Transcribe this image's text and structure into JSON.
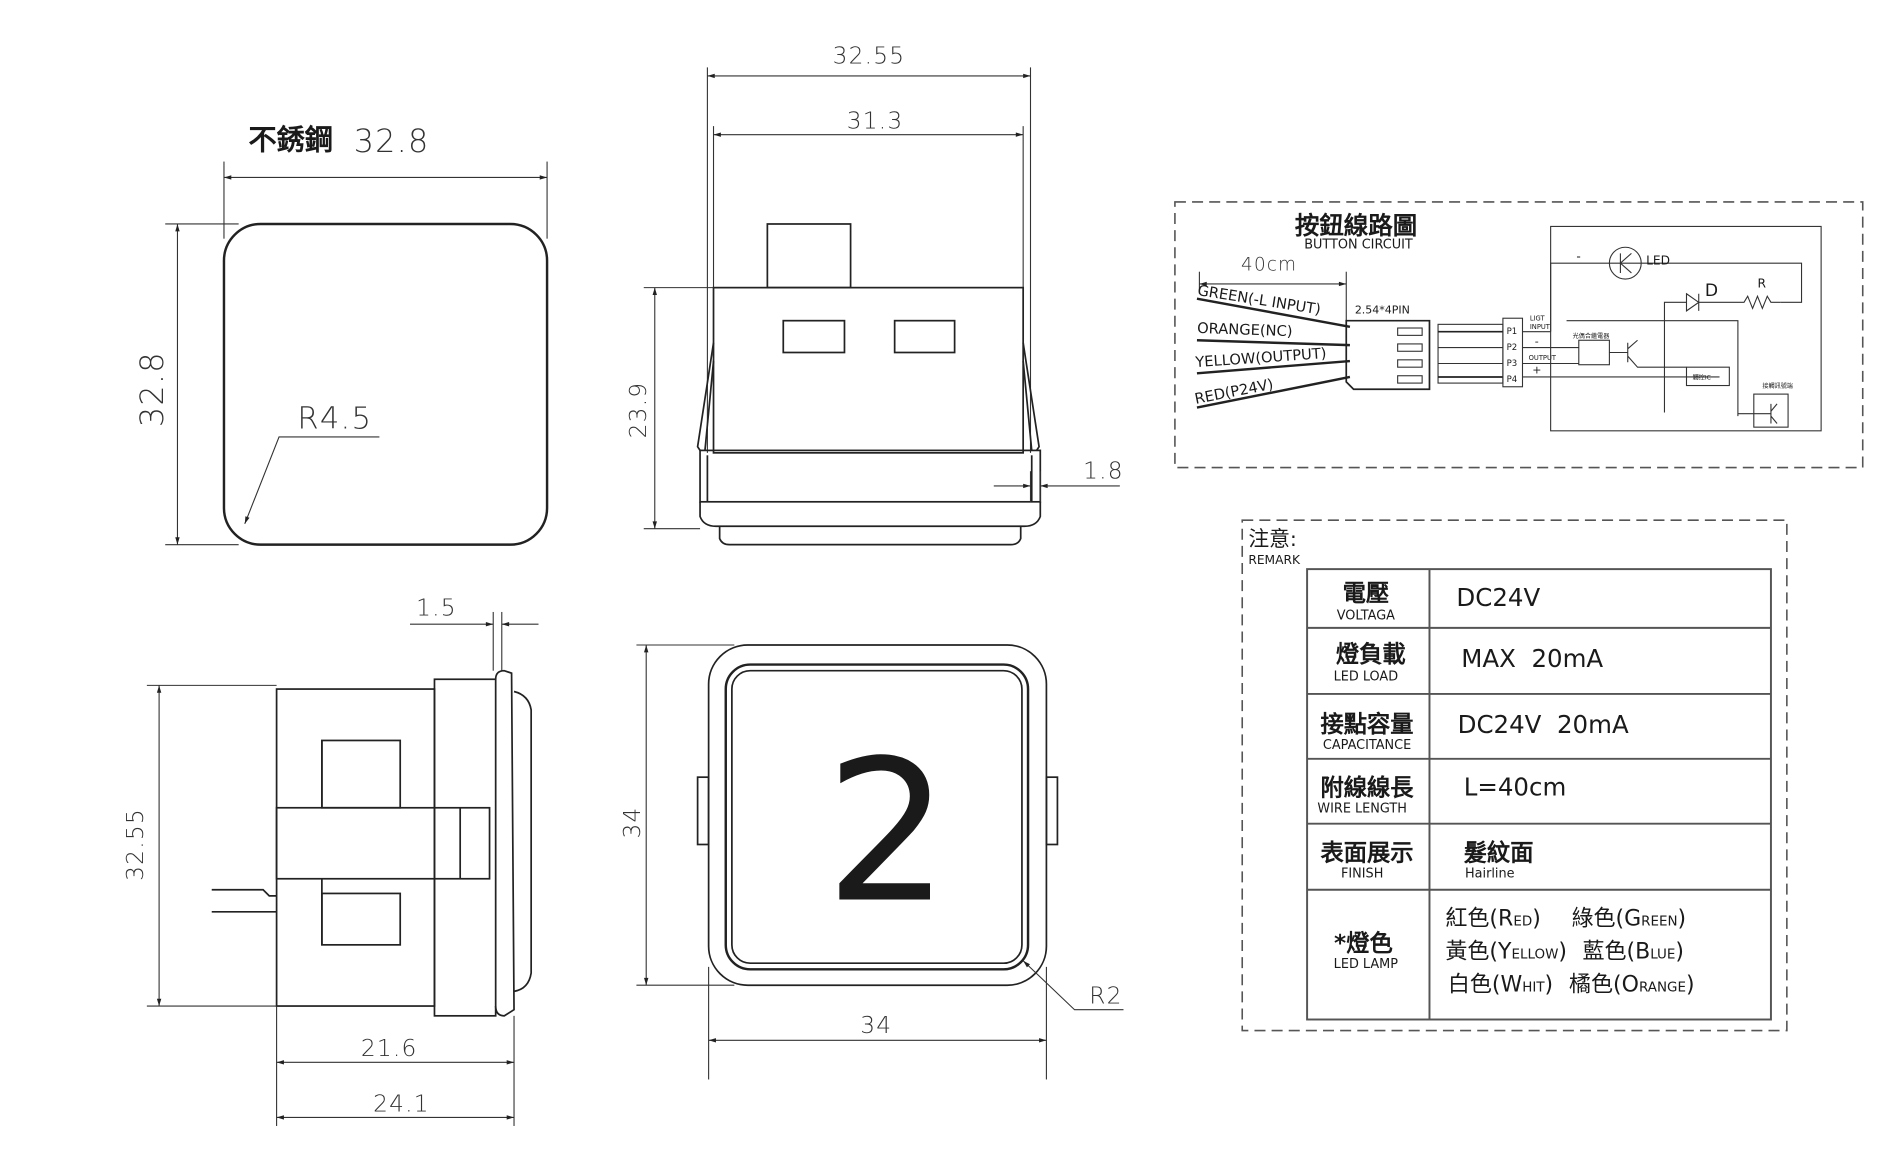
{
  "top_view": {
    "title_zh": "不銹鋼",
    "title_dim": "32.8",
    "height_dim": "32.8",
    "radius": "R4.5"
  },
  "side_view": {
    "width_outer": "32.55",
    "width_inner": "31.3",
    "height": "23.9",
    "flange": "1.8"
  },
  "profile_view": {
    "bezel": "1.5",
    "height": "32.55",
    "depth_body": "21.6",
    "depth_total": "24.1"
  },
  "front_view": {
    "digit": "2",
    "height": "34",
    "width": "34",
    "radius": "R2"
  },
  "circuit": {
    "title_zh": "按鈕線路圖",
    "title_en": "BUTTON CIRCUIT",
    "wire_length": "40cm",
    "connector": "2.54*4PIN",
    "wires": [
      "GREEN(-L INPUT)",
      "ORANGE(NC)",
      "YELLOW(OUTPUT)",
      "RED(P24V)"
    ],
    "pins": [
      "P1",
      "P2",
      "P3",
      "P4"
    ],
    "pin_notes": {
      "ligt": "LIGT",
      "input": "INPUT",
      "minus": "-",
      "output": "OUTPUT",
      "plus": "+"
    },
    "led_label": "LED",
    "minus_label": "-",
    "diode_label": "D",
    "resistor_label": "R",
    "optocoupler_label": "光偶合繼電器",
    "ic_label": "觸控IC",
    "touch_label": "接觸訊號端"
  },
  "remark": {
    "title_zh": "注意:",
    "title_en": "REMARK",
    "rows": [
      {
        "zh": "電壓",
        "en": "VOLTAGA",
        "value": "DC24V"
      },
      {
        "zh": "燈負載",
        "en": "LED LOAD",
        "value": "MAX  20mA"
      },
      {
        "zh": "接點容量",
        "en": "CAPACITANCE",
        "value": "DC24V  20mA"
      },
      {
        "zh": "附線線長",
        "en": "WIRE LENGTH",
        "value": "L=40cm"
      },
      {
        "zh": "表面展示",
        "en": "FINISH",
        "value": "髮紋面",
        "value_en": "Hairline"
      },
      {
        "zh": "*燈色",
        "en": "LED LAMP"
      }
    ],
    "colors": [
      {
        "zh": "紅色(",
        "cap": "R",
        "rest": "ED",
        "close": ")"
      },
      {
        "zh": "綠色(",
        "cap": "G",
        "rest": "REEN",
        "close": ")"
      },
      {
        "zh": "黃色(",
        "cap": "Y",
        "rest": "ELLOW",
        "close": ")"
      },
      {
        "zh": "藍色(",
        "cap": "B",
        "rest": "LUE",
        "close": ")"
      },
      {
        "zh": "白色(",
        "cap": "W",
        "rest": "HIT",
        "close": ")"
      },
      {
        "zh": "橘色(",
        "cap": "O",
        "rest": "RANGE",
        "close": ")"
      }
    ]
  }
}
